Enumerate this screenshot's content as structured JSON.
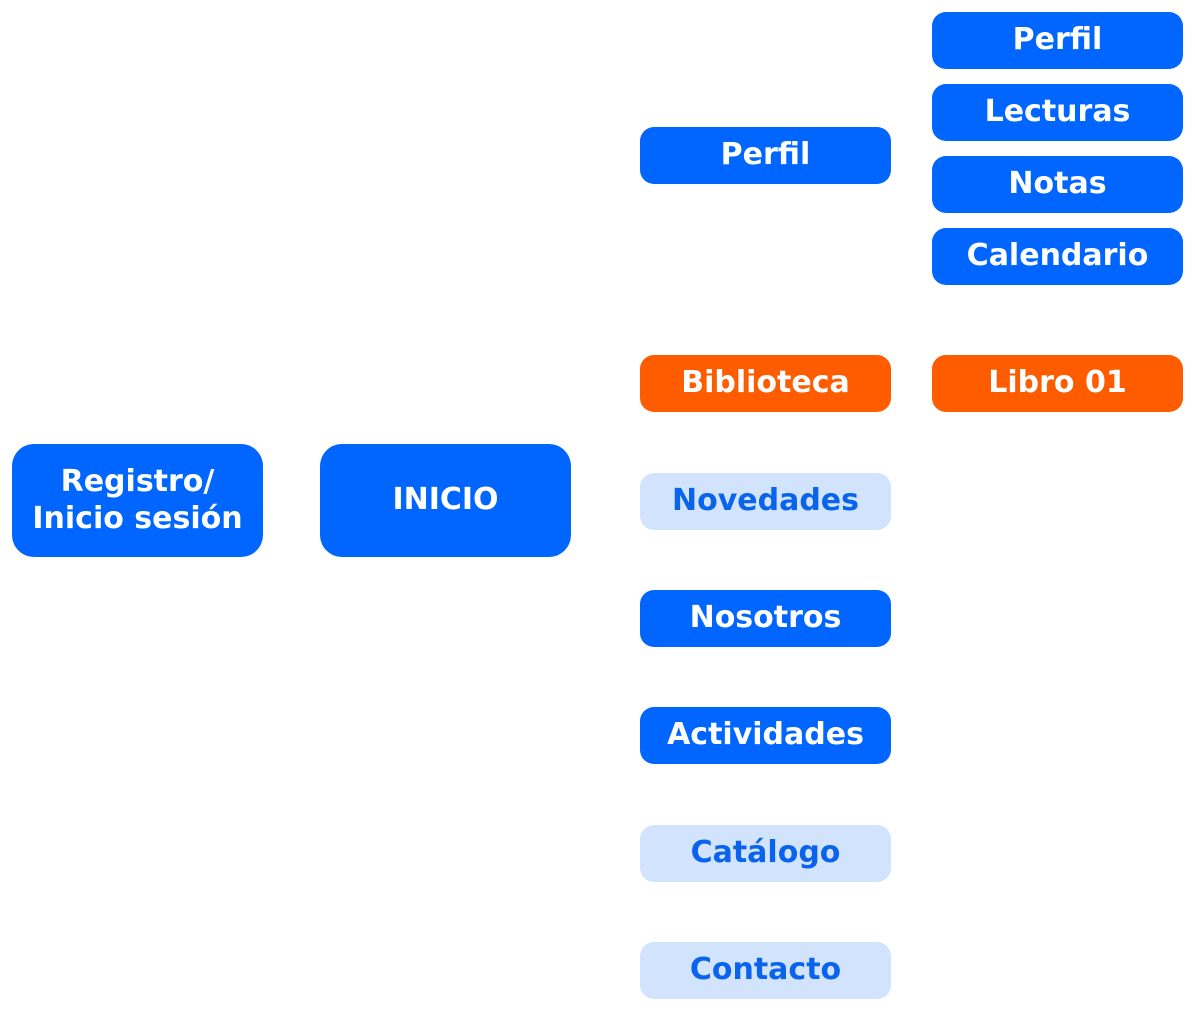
{
  "colors": {
    "primary": "#0066ff",
    "accent": "#ff5c00",
    "light": "#d2e4fd",
    "light_text": "#0a63ec"
  },
  "nodes": {
    "registro": "Registro/\nInicio sesión",
    "inicio": "INICIO",
    "perfil": "Perfil",
    "biblioteca": "Biblioteca",
    "novedades": "Novedades",
    "nosotros": "Nosotros",
    "actividades": "Actividades",
    "catalogo": "Catálogo",
    "contacto": "Contacto",
    "perfil_sub": "Perfil",
    "lecturas": "Lecturas",
    "notas": "Notas",
    "calendario": "Calendario",
    "libro01": "Libro 01"
  }
}
